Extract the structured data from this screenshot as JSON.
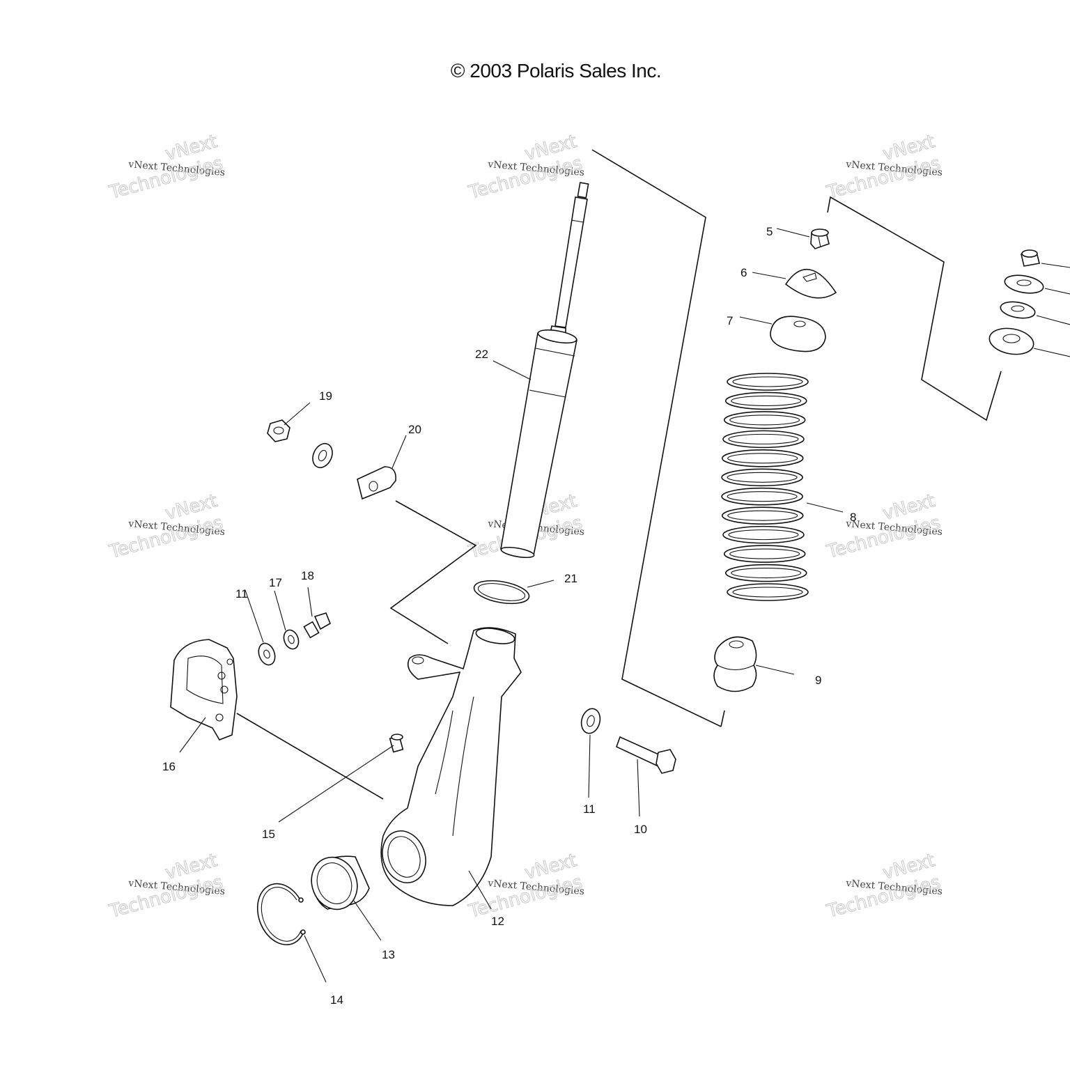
{
  "header": {
    "copyright": "© 2003 Polaris Sales Inc."
  },
  "watermark": {
    "line1": "vNext",
    "line2": "vNext Technologies",
    "line3": "Technologies"
  },
  "callouts": [
    {
      "id": "c5",
      "label": "5"
    },
    {
      "id": "c6",
      "label": "6"
    },
    {
      "id": "c7",
      "label": "7"
    },
    {
      "id": "c8",
      "label": "8"
    },
    {
      "id": "c9",
      "label": "9"
    },
    {
      "id": "c10",
      "label": "10"
    },
    {
      "id": "c11a",
      "label": "11"
    },
    {
      "id": "c11b",
      "label": "11"
    },
    {
      "id": "c12",
      "label": "12"
    },
    {
      "id": "c13",
      "label": "13"
    },
    {
      "id": "c14",
      "label": "14"
    },
    {
      "id": "c15",
      "label": "15"
    },
    {
      "id": "c16",
      "label": "16"
    },
    {
      "id": "c17",
      "label": "17"
    },
    {
      "id": "c18",
      "label": "18"
    },
    {
      "id": "c19",
      "label": "19"
    },
    {
      "id": "c20",
      "label": "20"
    },
    {
      "id": "c21",
      "label": "21"
    },
    {
      "id": "c22",
      "label": "22"
    }
  ]
}
